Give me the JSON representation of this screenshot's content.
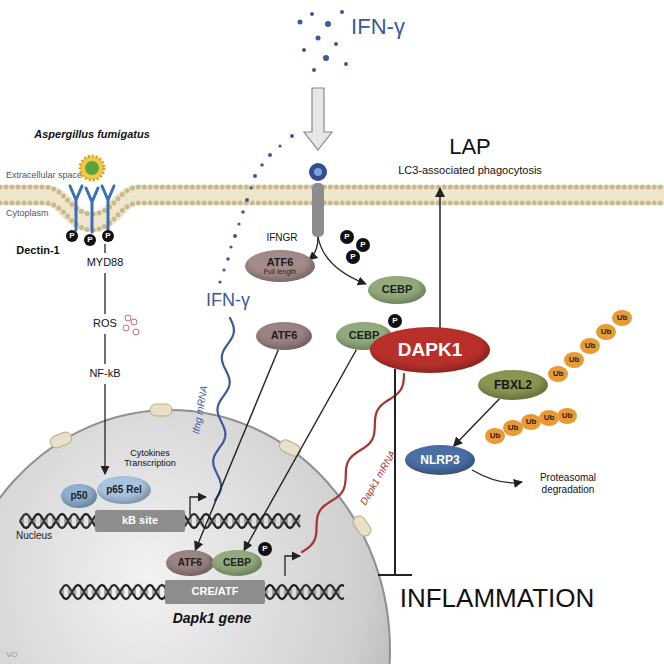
{
  "diagram": {
    "nodes": [
      {
        "text": [
          "P"
        ]
      },
      {
        "text": [
          "P"
        ]
      },
      {
        "text": [
          "P"
        ]
      },
      {
        "text": [
          "ATF6",
          "Full length"
        ]
      },
      {
        "text": [
          "CEBP"
        ]
      },
      {
        "text": [
          "P"
        ]
      },
      {
        "text": [
          "P"
        ]
      },
      {
        "text": [
          "P"
        ]
      },
      {
        "text": [
          "ATF6"
        ]
      },
      {
        "text": [
          "CEBP"
        ]
      },
      {
        "text": [
          "P"
        ]
      },
      {
        "text": [
          "DAPK1"
        ]
      },
      {
        "text": [
          "FBXL2"
        ]
      },
      {
        "text": [
          "Ub"
        ]
      },
      {
        "text": [
          "Ub"
        ]
      },
      {
        "text": [
          "Ub"
        ]
      },
      {
        "text": [
          "Ub"
        ]
      },
      {
        "text": [
          "Ub"
        ]
      },
      {
        "text": [
          "NLRP3"
        ]
      },
      {
        "text": [
          "Ub"
        ]
      },
      {
        "text": [
          "Ub"
        ]
      },
      {
        "text": [
          "Ub"
        ]
      },
      {
        "text": [
          "Ub"
        ]
      },
      {
        "text": [
          "Ub"
        ]
      },
      {
        "text": [
          "p50"
        ]
      },
      {
        "text": [
          "p65 Rel"
        ]
      },
      {
        "text": [
          "kB site"
        ]
      },
      {
        "text": [
          "ATF6"
        ]
      },
      {
        "text": [
          "CEBP"
        ]
      },
      {
        "text": [
          "P"
        ]
      },
      {
        "text": [
          "CRE/ATF"
        ]
      }
    ],
    "edges": [
      {
        "from": 8,
        "to": 27,
        "arrow": "to"
      },
      {
        "from": 9,
        "to": 28,
        "arrow": "to"
      },
      {
        "from": 12,
        "to": 18,
        "arrow": "to"
      }
    ],
    "labels": [
      "Aspergillus fumigatus",
      "Extracellular space",
      "Cytoplasm",
      "Dectin-1",
      "MYD88",
      "ROS",
      "NF-kB",
      "IFN-γ",
      "IFNGR",
      "IFN-γ",
      "Ifng mRNA",
      "Cytokines Transcription",
      "Nucleus",
      "Dapk1 mRNA",
      "Dapk1 gene",
      "LAP",
      "LC3-associated phagocytosis",
      "Proteasomal degradation",
      "INFLAMMATION",
      "VO"
    ]
  }
}
